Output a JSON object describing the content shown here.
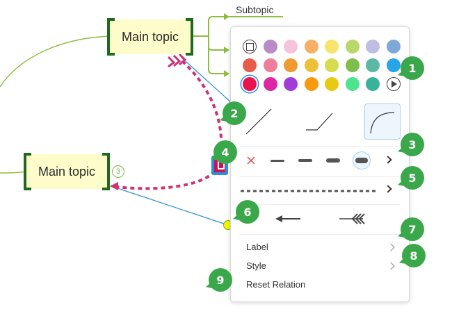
{
  "mindmap": {
    "topic1_label": "Main topic",
    "topic2_label": "Main topic",
    "subtopic_label": "Subtopic",
    "topic2_child_count": "3"
  },
  "colors": {
    "row1": [
      "none",
      "#b98cc6",
      "#f7c3dc",
      "#f5b066",
      "#f7e46a",
      "#b8d86a",
      "#c0bde2",
      "#7ea9d6"
    ],
    "row2": [
      "#e85a4a",
      "#f07d9a",
      "#f09a36",
      "#ecc13a",
      "#d8db4e",
      "#7fbd4e",
      "#5ab8a4",
      "#28a5e6"
    ],
    "row3": [
      "#e8134f",
      "#dc28a4",
      "#a03cd8",
      "#f99a0e",
      "#e8c914",
      "#4ee38e",
      "#39b29c",
      "more"
    ],
    "selected": "#e8134f",
    "badge": "#3aa84a",
    "relation_line": "#cc3377",
    "accent": "#2a8fd8"
  },
  "panel": {
    "line_styles": [
      "straight-line-icon",
      "angled-line-icon",
      "curved-line-icon"
    ],
    "selected_line_style": "curved-line-icon",
    "line_widths": [
      "none",
      "thin",
      "medium",
      "thick",
      "extra-thick"
    ],
    "selected_width": "extra-thick",
    "dash_pattern": "dashed",
    "arrow_styles": [
      "arrow-left-icon",
      "arrow-triple-chevron-icon"
    ],
    "menu": {
      "label": "Label",
      "style": "Style",
      "reset": "Reset Relation"
    }
  },
  "badges": [
    "1",
    "2",
    "3",
    "4",
    "5",
    "6",
    "7",
    "8",
    "9"
  ]
}
